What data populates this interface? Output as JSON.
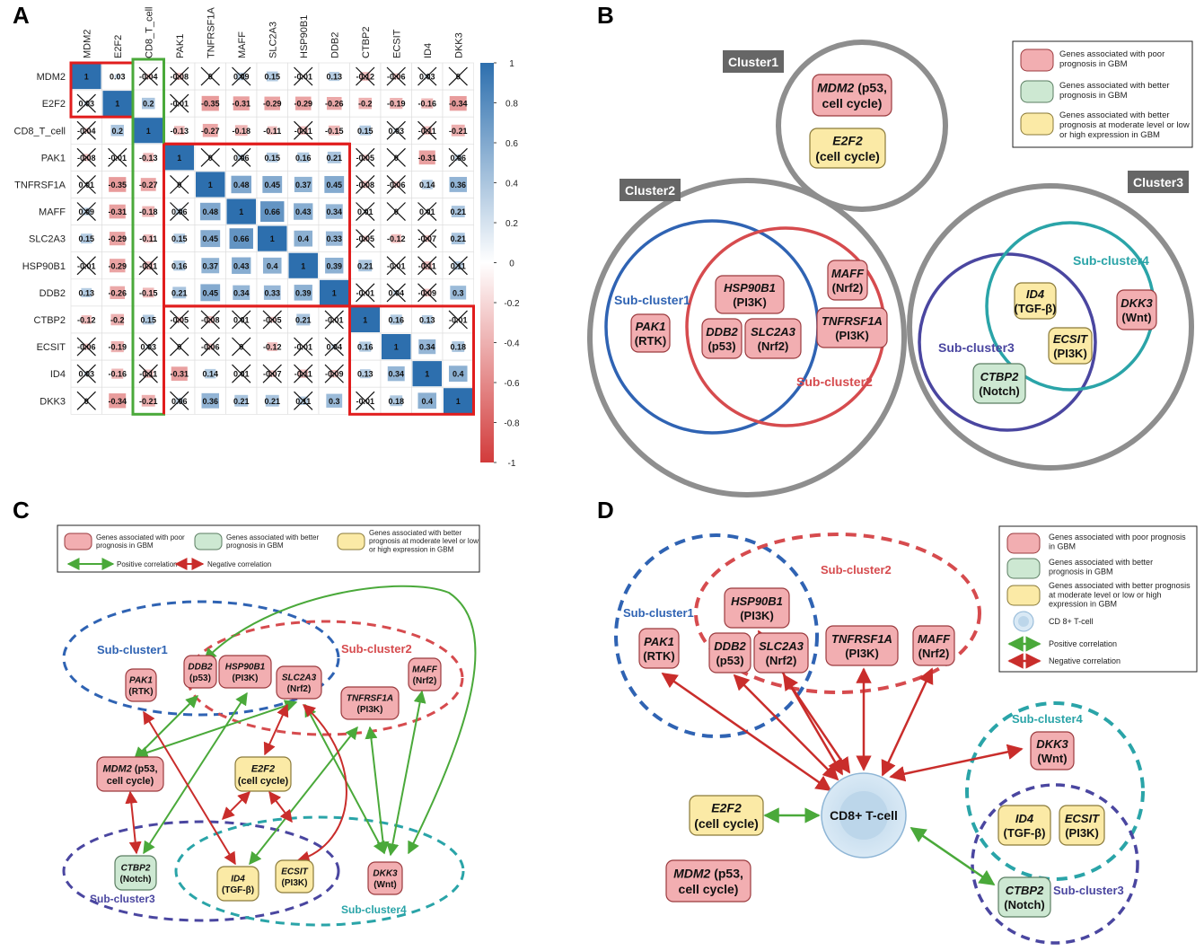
{
  "colors": {
    "poor_fill": "#f2aeb1",
    "poor_stroke": "#9b3a3e",
    "better_fill": "#cde8d2",
    "better_stroke": "#5a7d61",
    "moderate_fill": "#fbeaa6",
    "moderate_stroke": "#8a7a3a",
    "heat_pos": "#2d6fae",
    "heat_neg": "#d23b3b",
    "cluster_gray": "#8e8e8e",
    "sub1": "#2f63b3",
    "sub2": "#d64b4e",
    "sub3": "#4a46a0",
    "sub4": "#2aa4a8",
    "pos_arrow": "#4aa93a",
    "neg_arrow": "#c92d2b",
    "highlight_red": "#e11d1d",
    "highlight_green": "#4aa93a"
  },
  "panels": {
    "a": "A",
    "b": "B",
    "c": "C",
    "d": "D"
  },
  "heatmap": {
    "genes": [
      "MDM2",
      "E2F2",
      "CD8_T_cell",
      "PAK1",
      "TNFRSF1A",
      "MAFF",
      "SLC2A3",
      "HSP90B1",
      "DDB2",
      "CTBP2",
      "ECSIT",
      "ID4",
      "DKK3"
    ],
    "matrix": [
      [
        "1",
        "0.03",
        "-0.04",
        "-0.08",
        "0",
        "0.09",
        "0.15",
        "-0.01",
        "0.13",
        "-0.12",
        "-0.06",
        "0.03",
        "0"
      ],
      [
        "0.03",
        "1",
        "0.2",
        "-0.01",
        "-0.35",
        "-0.31",
        "-0.29",
        "-0.29",
        "-0.26",
        "-0.2",
        "-0.19",
        "-0.16",
        "-0.34"
      ],
      [
        "-0.04",
        "0.2",
        "1",
        "-0.13",
        "-0.27",
        "-0.18",
        "-0.11",
        "-0.11",
        "-0.15",
        "0.15",
        "0.03",
        "-0.11",
        "-0.21"
      ],
      [
        "-0.08",
        "-0.01",
        "-0.13",
        "1",
        "0",
        "0.06",
        "0.15",
        "0.16",
        "0.21",
        "-0.05",
        "0",
        "-0.31",
        "0.06"
      ],
      [
        "0.01",
        "-0.35",
        "-0.27",
        "0",
        "1",
        "0.48",
        "0.45",
        "0.37",
        "0.45",
        "-0.08",
        "-0.06",
        "0.14",
        "0.36"
      ],
      [
        "0.09",
        "-0.31",
        "-0.18",
        "0.06",
        "0.48",
        "1",
        "0.66",
        "0.43",
        "0.34",
        "0.01",
        "0",
        "0.01",
        "0.21"
      ],
      [
        "0.15",
        "-0.29",
        "-0.11",
        "0.15",
        "0.45",
        "0.66",
        "1",
        "0.4",
        "0.33",
        "-0.05",
        "-0.12",
        "-0.07",
        "0.21"
      ],
      [
        "-0.01",
        "-0.29",
        "-0.11",
        "0.16",
        "0.37",
        "0.43",
        "0.4",
        "1",
        "0.39",
        "0.21",
        "-0.01",
        "-0.11",
        "0.11"
      ],
      [
        "0.13",
        "-0.26",
        "-0.15",
        "0.21",
        "0.45",
        "0.34",
        "0.33",
        "0.39",
        "1",
        "-0.01",
        "0.04",
        "-0.09",
        "0.3"
      ],
      [
        "-0.12",
        "-0.2",
        "0.15",
        "-0.05",
        "-0.08",
        "0.01",
        "-0.05",
        "0.21",
        "-0.01",
        "1",
        "0.16",
        "0.13",
        "-0.01"
      ],
      [
        "-0.06",
        "-0.19",
        "0.03",
        "0",
        "-0.06",
        "0",
        "-0.12",
        "-0.01",
        "0.04",
        "0.16",
        "1",
        "0.34",
        "0.18"
      ],
      [
        "0.03",
        "-0.16",
        "-0.11",
        "-0.31",
        "0.14",
        "0.01",
        "-0.07",
        "-0.11",
        "-0.09",
        "0.13",
        "0.34",
        "1",
        "0.4"
      ],
      [
        "0",
        "-0.34",
        "-0.21",
        "0.06",
        "0.36",
        "0.21",
        "0.21",
        "0.11",
        "0.3",
        "-0.01",
        "0.18",
        "0.4",
        "1"
      ]
    ],
    "crossed_cells": [
      [
        0,
        2
      ],
      [
        0,
        3
      ],
      [
        0,
        4
      ],
      [
        0,
        5
      ],
      [
        0,
        7
      ],
      [
        0,
        9
      ],
      [
        0,
        10
      ],
      [
        0,
        11
      ],
      [
        0,
        12
      ],
      [
        1,
        0
      ],
      [
        1,
        3
      ],
      [
        2,
        0
      ],
      [
        2,
        7
      ],
      [
        2,
        10
      ],
      [
        2,
        11
      ],
      [
        3,
        0
      ],
      [
        3,
        1
      ],
      [
        3,
        4
      ],
      [
        3,
        5
      ],
      [
        3,
        9
      ],
      [
        3,
        10
      ],
      [
        3,
        12
      ],
      [
        4,
        0
      ],
      [
        4,
        3
      ],
      [
        4,
        9
      ],
      [
        4,
        10
      ],
      [
        5,
        0
      ],
      [
        5,
        3
      ],
      [
        5,
        9
      ],
      [
        5,
        10
      ],
      [
        5,
        11
      ],
      [
        6,
        9
      ],
      [
        6,
        11
      ],
      [
        7,
        0
      ],
      [
        7,
        2
      ],
      [
        7,
        10
      ],
      [
        7,
        11
      ],
      [
        7,
        12
      ],
      [
        8,
        9
      ],
      [
        8,
        10
      ],
      [
        8,
        11
      ],
      [
        9,
        3
      ],
      [
        9,
        4
      ],
      [
        9,
        5
      ],
      [
        9,
        6
      ],
      [
        9,
        8
      ],
      [
        9,
        12
      ],
      [
        10,
        0
      ],
      [
        10,
        2
      ],
      [
        10,
        3
      ],
      [
        10,
        4
      ],
      [
        10,
        5
      ],
      [
        10,
        7
      ],
      [
        10,
        8
      ],
      [
        11,
        0
      ],
      [
        11,
        2
      ],
      [
        11,
        5
      ],
      [
        11,
        6
      ],
      [
        11,
        7
      ],
      [
        11,
        8
      ],
      [
        12,
        0
      ],
      [
        12,
        3
      ],
      [
        12,
        7
      ],
      [
        12,
        9
      ]
    ],
    "colorbar_ticks": [
      "1",
      "0.8",
      "0.6",
      "0.4",
      "0.2",
      "0",
      "-0.2",
      "-0.4",
      "-0.6",
      "-0.8",
      "-1"
    ],
    "colorbar_values": [
      1,
      0.8,
      0.6,
      0.4,
      0.2,
      0,
      -0.2,
      -0.4,
      -0.6,
      -0.8,
      -1
    ]
  },
  "legend": {
    "poor": "Genes associated with poor prognosis in GBM",
    "better": "Genes associated with better prognosis in GBM",
    "moderate": "Genes associated with better prognosis at moderate level or low or high expression in GBM",
    "positive": "Positive correlation",
    "negative": "Negative correlation",
    "cd8": "CD 8+ T-cell"
  },
  "cluster_labels": {
    "c1": "Cluster1",
    "c2": "Cluster2",
    "c3": "Cluster3"
  },
  "subclusters": {
    "s1": "Sub-cluster1",
    "s2": "Sub-cluster2",
    "s3": "Sub-cluster3",
    "s4": "Sub-cluster4"
  },
  "genes": {
    "MDM2": {
      "name": "MDM2",
      "rest": " (p53,",
      "line2": "cell cycle)"
    },
    "E2F2": {
      "name": "E2F2",
      "line2": "(cell cycle)"
    },
    "PAK1": {
      "name": "PAK1",
      "line2": "(RTK)"
    },
    "HSP90B1": {
      "name": "HSP90B1",
      "line2": "(PI3K)"
    },
    "DDB2": {
      "name": "DDB2",
      "line2": "(p53)"
    },
    "SLC2A3": {
      "name": "SLC2A3",
      "line2": "(Nrf2)"
    },
    "MAFF": {
      "name": "MAFF",
      "line2": "(Nrf2)"
    },
    "TNFRSF1A": {
      "name": "TNFRSF1A",
      "line2": "(PI3K)"
    },
    "ID4": {
      "name": "ID4",
      "line2": "(TGF-β)"
    },
    "ECSIT": {
      "name": "ECSIT",
      "line2": "(PI3K)"
    },
    "DKK3": {
      "name": "DKK3",
      "line2": "(Wnt)"
    },
    "CTBP2": {
      "name": "CTBP2",
      "line2": "(Notch)"
    }
  },
  "cd8_label": "CD8+ T-cell"
}
